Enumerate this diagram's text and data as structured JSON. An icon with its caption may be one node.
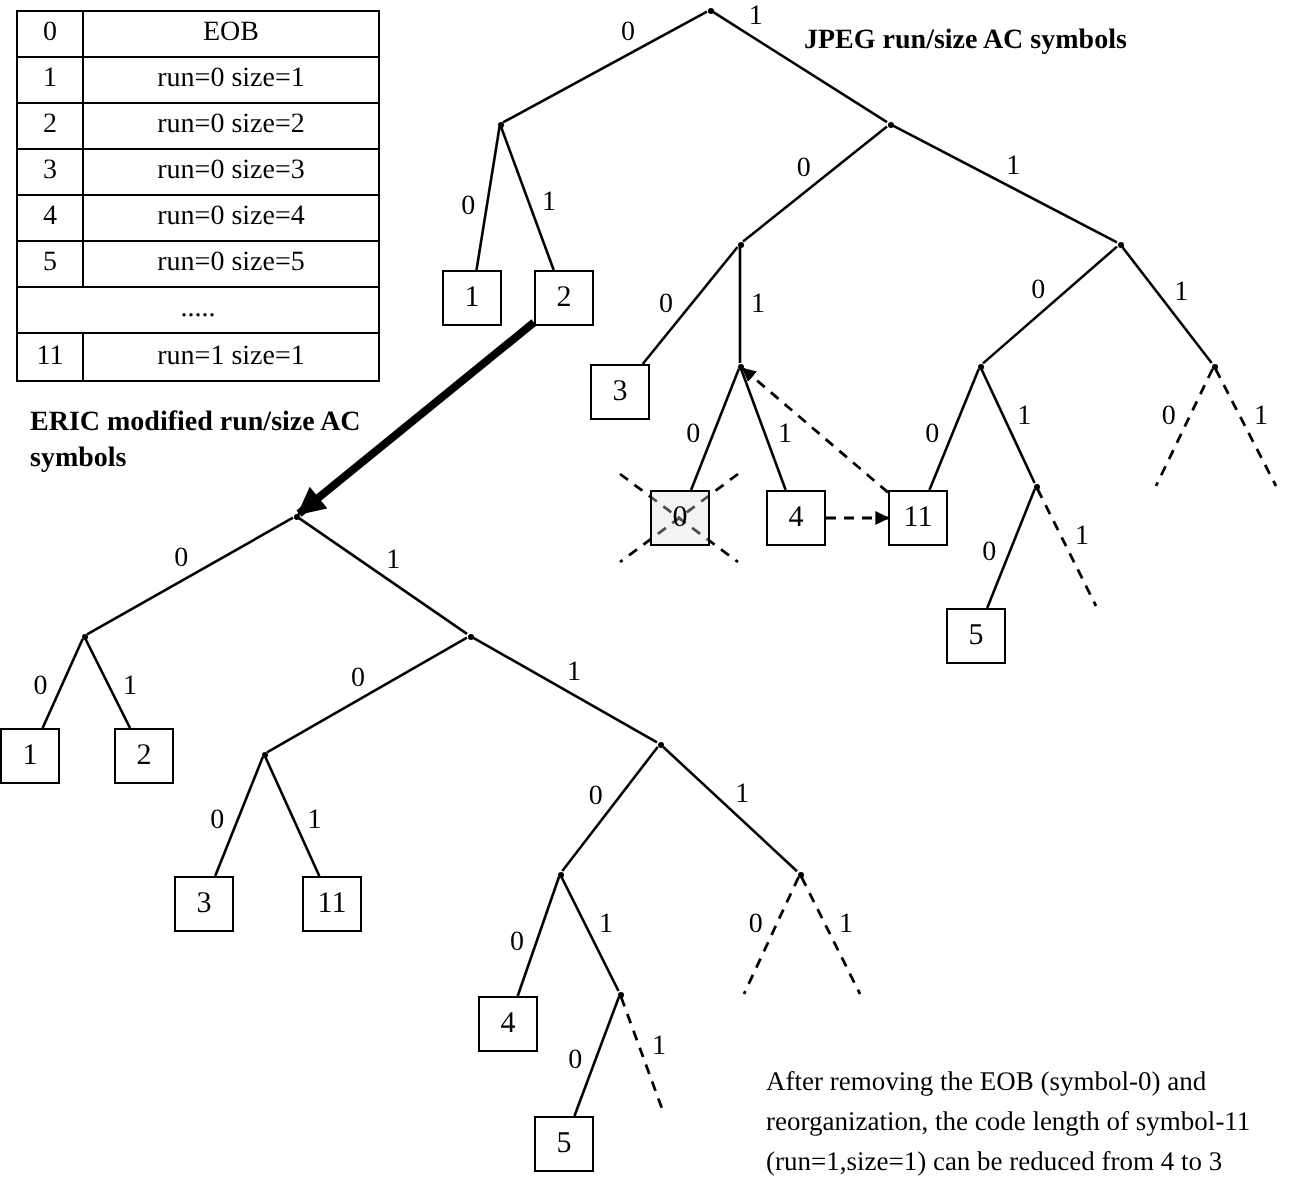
{
  "diagram": {
    "nodes": [
      {
        "text": [],
        "shape": "dot"
      },
      {
        "text": [],
        "shape": "dot"
      },
      {
        "text": [
          "1"
        ]
      },
      {
        "text": [
          "2"
        ]
      },
      {
        "text": [],
        "shape": "dot"
      },
      {
        "text": [],
        "shape": "dot"
      },
      {
        "text": [
          "3"
        ]
      },
      {
        "text": [],
        "shape": "dot"
      },
      {
        "text": [
          "0"
        ]
      },
      {
        "text": [
          "4"
        ]
      },
      {
        "text": [],
        "shape": "dot"
      },
      {
        "text": [],
        "shape": "dot"
      },
      {
        "text": [
          "11"
        ]
      },
      {
        "text": [],
        "shape": "dot"
      },
      {
        "text": [
          "5"
        ]
      },
      {
        "text": [],
        "shape": "dot"
      },
      {
        "text": [],
        "shape": "dot"
      },
      {
        "text": [],
        "shape": "dot"
      },
      {
        "text": [
          "1"
        ]
      },
      {
        "text": [
          "2"
        ]
      },
      {
        "text": [],
        "shape": "dot"
      },
      {
        "text": [],
        "shape": "dot"
      },
      {
        "text": [
          "3"
        ]
      },
      {
        "text": [
          "11"
        ]
      },
      {
        "text": [],
        "shape": "dot"
      },
      {
        "text": [],
        "shape": "dot"
      },
      {
        "text": [
          "4"
        ]
      },
      {
        "text": [],
        "shape": "dot"
      },
      {
        "text": [
          "5"
        ]
      },
      {
        "text": [],
        "shape": "dot"
      }
    ],
    "edges": [
      {
        "from": 0,
        "to": 1,
        "arrow": "none",
        "label": "0"
      },
      {
        "from": 0,
        "to": 4,
        "arrow": "none",
        "label": "1"
      },
      {
        "from": 1,
        "to": 2,
        "arrow": "none",
        "label": "0"
      },
      {
        "from": 1,
        "to": 3,
        "arrow": "none",
        "label": "1"
      },
      {
        "from": 4,
        "to": 5,
        "arrow": "none",
        "label": "0"
      },
      {
        "from": 4,
        "to": 10,
        "arrow": "none",
        "label": "1"
      },
      {
        "from": 5,
        "to": 6,
        "arrow": "none",
        "label": "0"
      },
      {
        "from": 5,
        "to": 7,
        "arrow": "none",
        "label": "1"
      },
      {
        "from": 7,
        "to": 8,
        "arrow": "none",
        "label": "0"
      },
      {
        "from": 7,
        "to": 9,
        "arrow": "none",
        "label": "1"
      },
      {
        "from": 10,
        "to": 11,
        "arrow": "none",
        "label": "0"
      },
      {
        "from": 10,
        "to": 15,
        "arrow": "none",
        "label": "1"
      },
      {
        "from": 11,
        "to": 12,
        "arrow": "none",
        "label": "0"
      },
      {
        "from": 11,
        "to": 13,
        "arrow": "none",
        "label": "1"
      },
      {
        "from": 13,
        "to": 14,
        "arrow": "none",
        "label": "0"
      },
      {
        "from": 13,
        "to": null,
        "arrow": "none",
        "label": "1",
        "style": "dashed"
      },
      {
        "from": 15,
        "to": null,
        "arrow": "none",
        "label": "0",
        "style": "dashed"
      },
      {
        "from": 15,
        "to": null,
        "arrow": "none",
        "label": "1",
        "style": "dashed"
      },
      {
        "from": 12,
        "to": 7,
        "arrow": "to",
        "style": "dashed"
      },
      {
        "from": 9,
        "to": 12,
        "arrow": "to",
        "style": "dashed"
      },
      {
        "from": 3,
        "to": 16,
        "arrow": "to",
        "style": "thick"
      },
      {
        "from": 16,
        "to": 17,
        "arrow": "none",
        "label": "0"
      },
      {
        "from": 16,
        "to": 20,
        "arrow": "none",
        "label": "1"
      },
      {
        "from": 17,
        "to": 18,
        "arrow": "none",
        "label": "0"
      },
      {
        "from": 17,
        "to": 19,
        "arrow": "none",
        "label": "1"
      },
      {
        "from": 20,
        "to": 21,
        "arrow": "none",
        "label": "0"
      },
      {
        "from": 20,
        "to": 24,
        "arrow": "none",
        "label": "1"
      },
      {
        "from": 21,
        "to": 22,
        "arrow": "none",
        "label": "0"
      },
      {
        "from": 21,
        "to": 23,
        "arrow": "none",
        "label": "1"
      },
      {
        "from": 24,
        "to": 25,
        "arrow": "none",
        "label": "0"
      },
      {
        "from": 24,
        "to": 29,
        "arrow": "none",
        "label": "1"
      },
      {
        "from": 25,
        "to": 26,
        "arrow": "none",
        "label": "0"
      },
      {
        "from": 25,
        "to": 27,
        "arrow": "none",
        "label": "1"
      },
      {
        "from": 27,
        "to": 28,
        "arrow": "none",
        "label": "0"
      },
      {
        "from": 27,
        "to": null,
        "arrow": "none",
        "label": "1",
        "style": "dashed"
      },
      {
        "from": 29,
        "to": null,
        "arrow": "none",
        "label": "0",
        "style": "dashed"
      },
      {
        "from": 29,
        "to": null,
        "arrow": "none",
        "label": "1",
        "style": "dashed"
      }
    ],
    "labels": [
      "0",
      "EOB",
      "1",
      "run=0 size=1",
      "2",
      "run=0 size=2",
      "3",
      "run=0 size=3",
      "4",
      "run=0 size=4",
      "5",
      "run=0 size=5",
      ".....",
      "11",
      "run=1 size=1",
      "JPEG run/size AC symbols",
      "ERIC modified run/size AC symbols",
      "After removing the EOB (symbol-0) and reorganization, the code length of symbol-11 (run=1,size=1) can be reduced from 4 to 3"
    ]
  }
}
